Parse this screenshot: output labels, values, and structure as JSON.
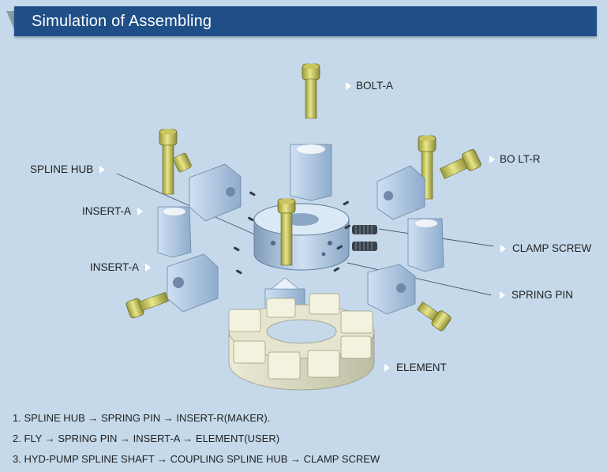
{
  "header": {
    "title": "Simulation of Assembling"
  },
  "labels": {
    "bolt_a": "BOLT-A",
    "bolt_r": "BO LT-R",
    "spline_hub": "SPLINE HUB",
    "insert_a_1": "INSERT-A",
    "insert_a_2": "INSERT-A",
    "clamp_screw": "CLAMP SCREW",
    "spring_pin": "SPRING PIN",
    "element": "ELEMENT"
  },
  "steps": [
    "1. SPLINE HUB → SPRING PIN → INSERT-R(MAKER).",
    "2. FLY → SPRING PIN → INSERT-A → ELEMENT(USER)",
    "3. HYD-PUMP SPLINE SHAFT → COUPLING SPLINE HUB → CLAMP SCREW"
  ],
  "colors": {
    "title_bar": "#1f4f86",
    "background": "#c5d9ea",
    "bolt": "#d8d56a",
    "part_blue": "#a9c6e4",
    "element": "#ddddc4"
  }
}
